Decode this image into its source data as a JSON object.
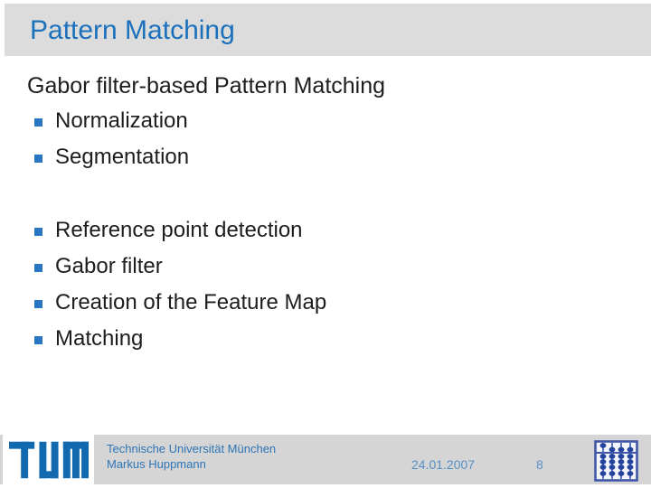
{
  "slide": {
    "title": "Pattern Matching",
    "intro": "Gabor filter-based Pattern Matching",
    "bullets_group1": [
      "Normalization",
      "Segmentation"
    ],
    "bullets_group2": [
      "Reference point detection",
      "Gabor filter",
      "Creation of the Feature Map",
      "Matching"
    ]
  },
  "footer": {
    "org": "Technische Universität München",
    "author": "Markus Huppmann",
    "date": "24.01.2007",
    "page": "8",
    "logo_icon": "tum-logo",
    "right_icon": "abacus-icon"
  },
  "colors": {
    "title_blue": "#1b71bc",
    "bullet_blue": "#2a76c0",
    "logo_blue": "#1169af",
    "footer_text_blue": "#2e75b6",
    "date_blue": "#568fc6",
    "header_gray": "#dcdcdc",
    "footer_gray": "#d5d5d5",
    "body_text": "#1d1d1d"
  }
}
